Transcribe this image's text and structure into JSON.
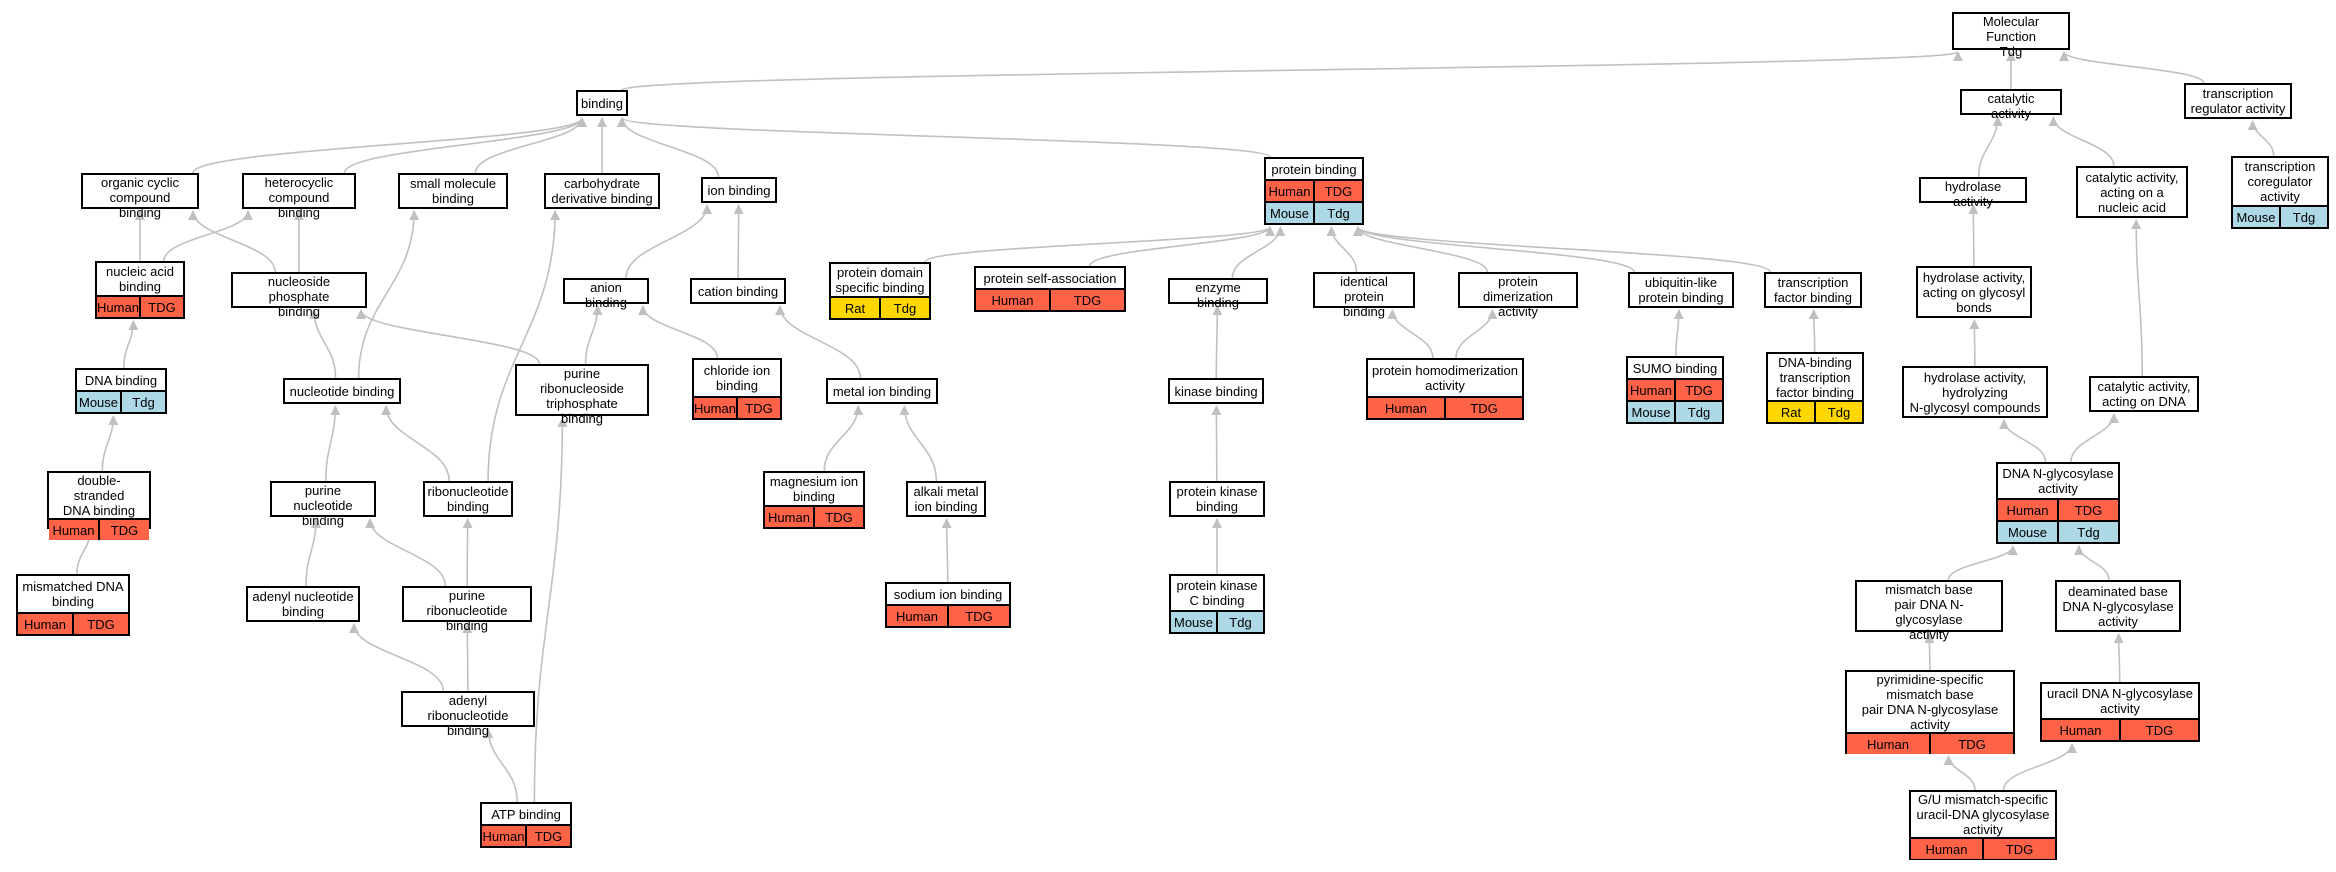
{
  "colors": {
    "human_tdg": "#ff6347",
    "mouse_tdg": "#add8e6",
    "rat_tdg": "#ffd700",
    "edge": "#c0c0c0",
    "node_border": "#000000",
    "node_fill": "#ffffff"
  },
  "nodes": [
    {
      "id": "molfunc",
      "lines": [
        "Molecular Function",
        "Tdg"
      ],
      "annotations": []
    },
    {
      "id": "catalytic",
      "lines": [
        "catalytic activity"
      ],
      "annotations": []
    },
    {
      "id": "transregact",
      "lines": [
        "transcription",
        "regulator activity"
      ],
      "annotations": []
    },
    {
      "id": "transcoreg",
      "lines": [
        "transcription",
        "coregulator",
        "activity"
      ],
      "annotations": [
        [
          "Mouse",
          "Tdg"
        ]
      ]
    },
    {
      "id": "hydrolase",
      "lines": [
        "hydrolase activity"
      ],
      "annotations": []
    },
    {
      "id": "catnucleic",
      "lines": [
        "catalytic activity,",
        "acting on a",
        "nucleic acid"
      ],
      "annotations": []
    },
    {
      "id": "hydglyco",
      "lines": [
        "hydrolase activity,",
        "acting on glycosyl",
        "bonds"
      ],
      "annotations": []
    },
    {
      "id": "hydnglyco",
      "lines": [
        "hydrolase activity,",
        "hydrolyzing",
        "N-glycosyl compounds"
      ],
      "annotations": []
    },
    {
      "id": "catdna",
      "lines": [
        "catalytic activity,",
        "acting on DNA"
      ],
      "annotations": []
    },
    {
      "id": "dnaglyco",
      "lines": [
        "DNA N-glycosylase",
        "activity"
      ],
      "annotations": [
        [
          "Human",
          "TDG"
        ],
        [
          "Mouse",
          "Tdg"
        ]
      ]
    },
    {
      "id": "mismatchglyco",
      "lines": [
        "mismatch base",
        "pair DNA N-glycosylase",
        "activity"
      ],
      "annotations": []
    },
    {
      "id": "deaminated",
      "lines": [
        "deaminated base",
        "DNA N-glycosylase",
        "activity"
      ],
      "annotations": []
    },
    {
      "id": "pyrimidine",
      "lines": [
        "pyrimidine-specific",
        "mismatch base",
        "pair DNA N-glycosylase",
        "activity"
      ],
      "annotations": [
        [
          "Human",
          "TDG"
        ]
      ]
    },
    {
      "id": "uracil",
      "lines": [
        "uracil DNA N-glycosylase",
        "activity"
      ],
      "annotations": [
        [
          "Human",
          "TDG"
        ]
      ]
    },
    {
      "id": "gu",
      "lines": [
        "G/U mismatch-specific",
        "uracil-DNA glycosylase",
        "activity"
      ],
      "annotations": [
        [
          "Human",
          "TDG"
        ]
      ]
    },
    {
      "id": "binding",
      "lines": [
        "binding"
      ],
      "annotations": []
    },
    {
      "id": "orgcyclic",
      "lines": [
        "organic cyclic",
        "compound binding"
      ],
      "annotations": []
    },
    {
      "id": "heterocyclic",
      "lines": [
        "heterocyclic",
        "compound binding"
      ],
      "annotations": []
    },
    {
      "id": "smallmol",
      "lines": [
        "small molecule",
        "binding"
      ],
      "annotations": []
    },
    {
      "id": "carbo",
      "lines": [
        "carbohydrate",
        "derivative binding"
      ],
      "annotations": []
    },
    {
      "id": "ionbind",
      "lines": [
        "ion binding"
      ],
      "annotations": []
    },
    {
      "id": "protbind",
      "lines": [
        "protein binding"
      ],
      "annotations": [
        [
          "Human",
          "TDG"
        ],
        [
          "Mouse",
          "Tdg"
        ]
      ]
    },
    {
      "id": "nucacid",
      "lines": [
        "nucleic acid",
        "binding"
      ],
      "annotations": [
        [
          "Human",
          "TDG"
        ]
      ]
    },
    {
      "id": "nucphos",
      "lines": [
        "nucleoside phosphate",
        "binding"
      ],
      "annotations": []
    },
    {
      "id": "anion",
      "lines": [
        "anion binding"
      ],
      "annotations": []
    },
    {
      "id": "cation",
      "lines": [
        "cation binding"
      ],
      "annotations": []
    },
    {
      "id": "protdomain",
      "lines": [
        "protein domain",
        "specific binding"
      ],
      "annotations": [
        [
          "Rat",
          "Tdg"
        ]
      ]
    },
    {
      "id": "protself",
      "lines": [
        "protein self-association"
      ],
      "annotations": [
        [
          "Human",
          "TDG"
        ]
      ]
    },
    {
      "id": "enzyme",
      "lines": [
        "enzyme binding"
      ],
      "annotations": []
    },
    {
      "id": "identprot",
      "lines": [
        "identical protein",
        "binding"
      ],
      "annotations": []
    },
    {
      "id": "protdimer",
      "lines": [
        "protein dimerization",
        "activity"
      ],
      "annotations": []
    },
    {
      "id": "ubiq",
      "lines": [
        "ubiquitin-like",
        "protein binding"
      ],
      "annotations": []
    },
    {
      "id": "tfbind",
      "lines": [
        "transcription",
        "factor binding"
      ],
      "annotations": []
    },
    {
      "id": "dnabind",
      "lines": [
        "DNA binding"
      ],
      "annotations": [
        [
          "Mouse",
          "Tdg"
        ]
      ]
    },
    {
      "id": "nucleotide",
      "lines": [
        "nucleotide binding"
      ],
      "annotations": []
    },
    {
      "id": "purinertp",
      "lines": [
        "purine ribonucleoside",
        "triphosphate",
        "binding"
      ],
      "annotations": []
    },
    {
      "id": "chloride",
      "lines": [
        "chloride ion",
        "binding"
      ],
      "annotations": [
        [
          "Human",
          "TDG"
        ]
      ]
    },
    {
      "id": "metalion",
      "lines": [
        "metal ion binding"
      ],
      "annotations": []
    },
    {
      "id": "kinase",
      "lines": [
        "kinase binding"
      ],
      "annotations": []
    },
    {
      "id": "homodimer",
      "lines": [
        "protein homodimerization",
        "activity"
      ],
      "annotations": [
        [
          "Human",
          "TDG"
        ]
      ]
    },
    {
      "id": "sumo",
      "lines": [
        "SUMO binding"
      ],
      "annotations": [
        [
          "Human",
          "TDG"
        ],
        [
          "Mouse",
          "Tdg"
        ]
      ]
    },
    {
      "id": "dnatf",
      "lines": [
        "DNA-binding",
        "transcription",
        "factor binding"
      ],
      "annotations": [
        [
          "Rat",
          "Tdg"
        ]
      ]
    },
    {
      "id": "dsdna",
      "lines": [
        "double-stranded",
        "DNA binding"
      ],
      "annotations": [
        [
          "Human",
          "TDG"
        ]
      ]
    },
    {
      "id": "purnuc",
      "lines": [
        "purine nucleotide",
        "binding"
      ],
      "annotations": []
    },
    {
      "id": "ribonuc",
      "lines": [
        "ribonucleotide",
        "binding"
      ],
      "annotations": []
    },
    {
      "id": "magnesium",
      "lines": [
        "magnesium ion",
        "binding"
      ],
      "annotations": [
        [
          "Human",
          "TDG"
        ]
      ]
    },
    {
      "id": "alkali",
      "lines": [
        "alkali metal",
        "ion binding"
      ],
      "annotations": []
    },
    {
      "id": "protkinase",
      "lines": [
        "protein kinase",
        "binding"
      ],
      "annotations": []
    },
    {
      "id": "mismatchdna",
      "lines": [
        "mismatched DNA",
        "binding"
      ],
      "annotations": [
        [
          "Human",
          "TDG"
        ]
      ]
    },
    {
      "id": "adenylnuc",
      "lines": [
        "adenyl nucleotide",
        "binding"
      ],
      "annotations": []
    },
    {
      "id": "purribonuc",
      "lines": [
        "purine ribonucleotide",
        "binding"
      ],
      "annotations": []
    },
    {
      "id": "sodium",
      "lines": [
        "sodium ion binding"
      ],
      "annotations": [
        [
          "Human",
          "TDG"
        ]
      ]
    },
    {
      "id": "pkc",
      "lines": [
        "protein kinase",
        "C binding"
      ],
      "annotations": [
        [
          "Mouse",
          "Tdg"
        ]
      ]
    },
    {
      "id": "adenylribo",
      "lines": [
        "adenyl ribonucleotide",
        "binding"
      ],
      "annotations": []
    },
    {
      "id": "atp",
      "lines": [
        "ATP binding"
      ],
      "annotations": [
        [
          "Human",
          "TDG"
        ]
      ]
    }
  ],
  "edges": [
    [
      "catalytic",
      "molfunc"
    ],
    [
      "transregact",
      "molfunc"
    ],
    [
      "binding",
      "molfunc"
    ],
    [
      "hydrolase",
      "catalytic"
    ],
    [
      "catnucleic",
      "catalytic"
    ],
    [
      "transcoreg",
      "transregact"
    ],
    [
      "hydglyco",
      "hydrolase"
    ],
    [
      "hydnglyco",
      "hydglyco"
    ],
    [
      "catdna",
      "catnucleic"
    ],
    [
      "dnaglyco",
      "hydnglyco"
    ],
    [
      "dnaglyco",
      "catdna"
    ],
    [
      "mismatchglyco",
      "dnaglyco"
    ],
    [
      "deaminated",
      "dnaglyco"
    ],
    [
      "pyrimidine",
      "mismatchglyco"
    ],
    [
      "uracil",
      "deaminated"
    ],
    [
      "gu",
      "pyrimidine"
    ],
    [
      "gu",
      "uracil"
    ],
    [
      "orgcyclic",
      "binding"
    ],
    [
      "heterocyclic",
      "binding"
    ],
    [
      "smallmol",
      "binding"
    ],
    [
      "carbo",
      "binding"
    ],
    [
      "ionbind",
      "binding"
    ],
    [
      "protbind",
      "binding"
    ],
    [
      "nucacid",
      "orgcyclic"
    ],
    [
      "nucacid",
      "heterocyclic"
    ],
    [
      "nucphos",
      "orgcyclic"
    ],
    [
      "nucphos",
      "heterocyclic"
    ],
    [
      "dnabind",
      "nucacid"
    ],
    [
      "dsdna",
      "dnabind"
    ],
    [
      "mismatchdna",
      "dsdna"
    ],
    [
      "nucleotide",
      "nucphos"
    ],
    [
      "nucleotide",
      "smallmol"
    ],
    [
      "anion",
      "ionbind"
    ],
    [
      "cation",
      "ionbind"
    ],
    [
      "purinertp",
      "nucphos"
    ],
    [
      "purinertp",
      "anion"
    ],
    [
      "chloride",
      "anion"
    ],
    [
      "metalion",
      "cation"
    ],
    [
      "magnesium",
      "metalion"
    ],
    [
      "alkali",
      "metalion"
    ],
    [
      "sodium",
      "alkali"
    ],
    [
      "purnuc",
      "nucleotide"
    ],
    [
      "ribonuc",
      "nucleotide"
    ],
    [
      "ribonuc",
      "carbo"
    ],
    [
      "adenylnuc",
      "purnuc"
    ],
    [
      "purribonuc",
      "purnuc"
    ],
    [
      "purribonuc",
      "ribonuc"
    ],
    [
      "adenylribo",
      "adenylnuc"
    ],
    [
      "adenylribo",
      "purribonuc"
    ],
    [
      "atp",
      "adenylribo"
    ],
    [
      "atp",
      "purinertp"
    ],
    [
      "protdomain",
      "protbind"
    ],
    [
      "protself",
      "protbind"
    ],
    [
      "enzyme",
      "protbind"
    ],
    [
      "identprot",
      "protbind"
    ],
    [
      "protdimer",
      "protbind"
    ],
    [
      "ubiq",
      "protbind"
    ],
    [
      "tfbind",
      "protbind"
    ],
    [
      "kinase",
      "enzyme"
    ],
    [
      "protkinase",
      "kinase"
    ],
    [
      "pkc",
      "protkinase"
    ],
    [
      "homodimer",
      "identprot"
    ],
    [
      "homodimer",
      "protdimer"
    ],
    [
      "sumo",
      "ubiq"
    ],
    [
      "dnatf",
      "tfbind"
    ]
  ]
}
